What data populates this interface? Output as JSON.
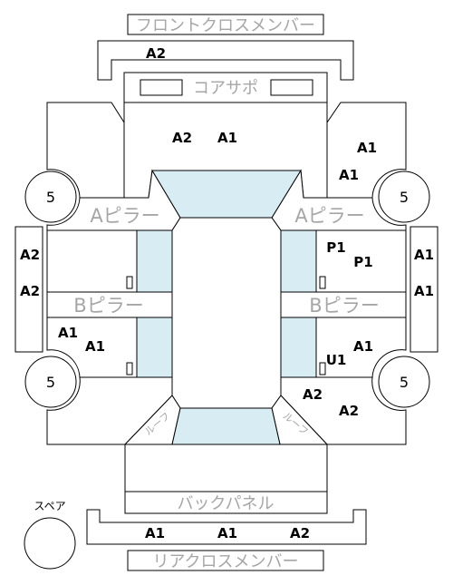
{
  "colors": {
    "outline": "#000000",
    "glass": "#d7ecf3",
    "section_label": "#a6a6a6",
    "code": "#000000"
  },
  "sections": {
    "front_cross_member": "フロントクロスメンバー",
    "core_support": "コアサポ",
    "a_pillar_left": "Aピラー",
    "a_pillar_right": "Aピラー",
    "b_pillar_left": "Bピラー",
    "b_pillar_right": "Bピラー",
    "back_panel": "バックパネル",
    "rear_cross_member": "リアクロスメンバー",
    "roof_rail_left": "ルーフ",
    "roof_rail_right": "ルーフ"
  },
  "codes": {
    "front_cross_member": "A2",
    "hood_left": "A2",
    "hood_right": "A1",
    "fender_right_upper": "A1",
    "fender_right_lower": "A1",
    "step_left_upper": "A2",
    "step_left_lower": "A2",
    "step_right_upper": "A1",
    "step_right_lower": "A1",
    "front_door_right_upper": "P1",
    "front_door_right_lower": "P1",
    "rear_door_left_upper": "A1",
    "rear_door_left_lower": "A1",
    "rear_door_right_upper": "A1",
    "rear_door_right_lower": "U1",
    "quarter_right_upper": "A2",
    "quarter_right_lower": "A2",
    "rear_bumper_1": "A1",
    "rear_bumper_2": "A1",
    "rear_bumper_3": "A2"
  },
  "wheels": {
    "front_left": "5",
    "front_right": "5",
    "rear_left": "5",
    "rear_right": "5"
  },
  "spare": {
    "label": "スペア",
    "value": ""
  }
}
